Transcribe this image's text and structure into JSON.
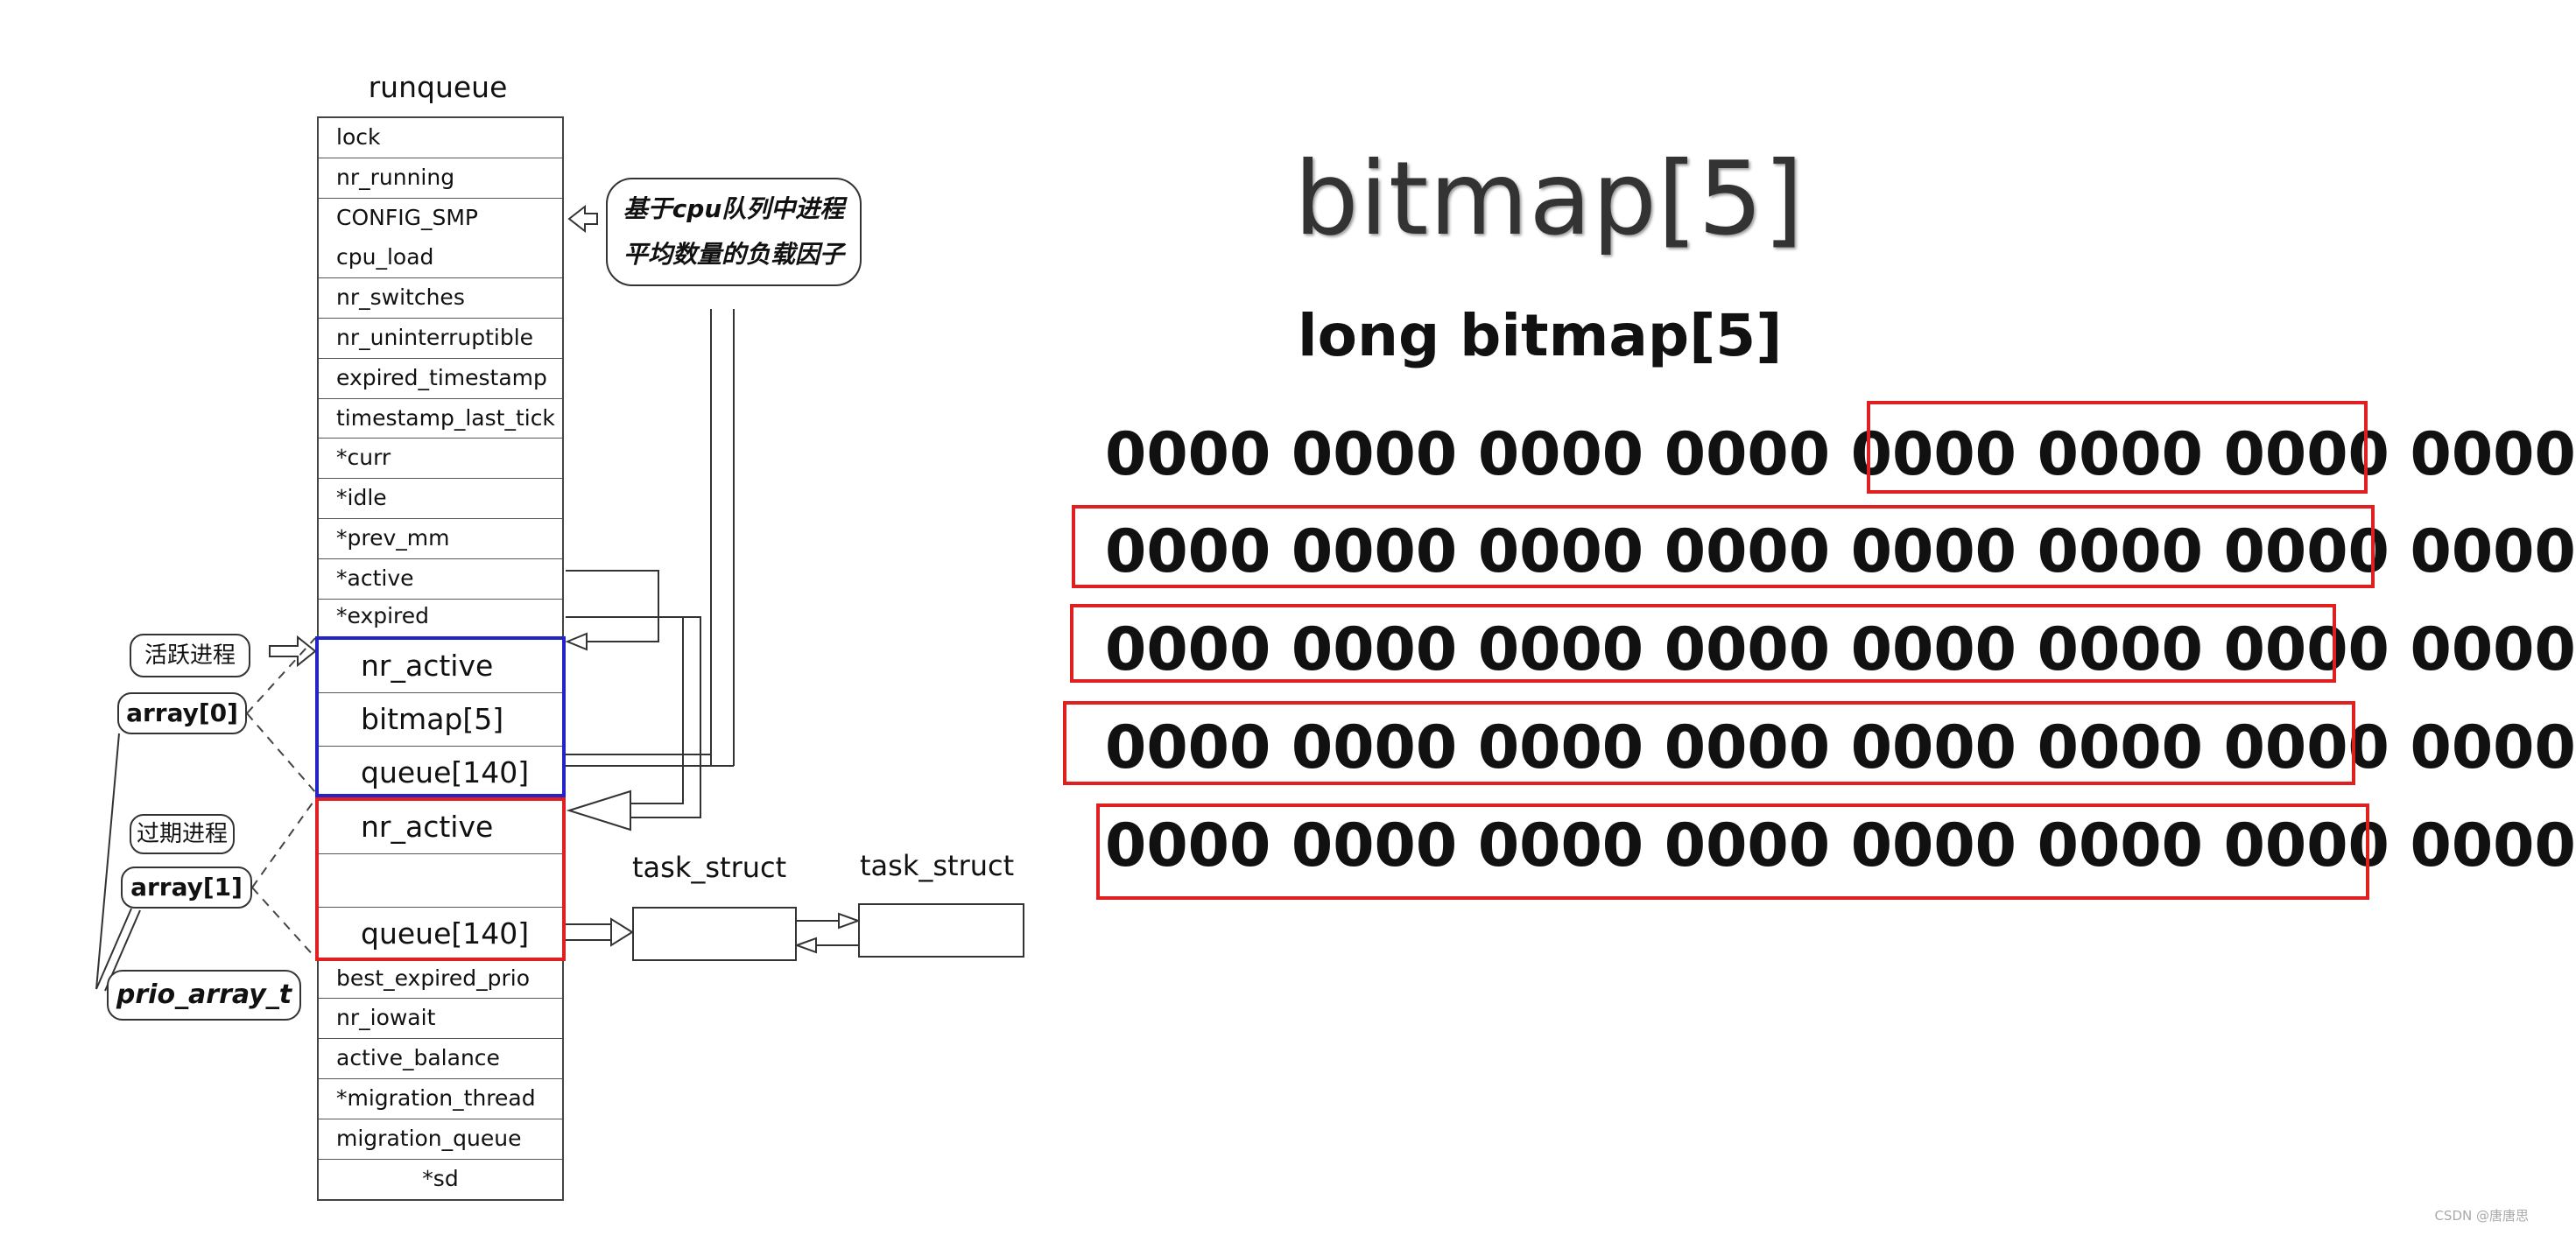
{
  "runqueue": {
    "title": "runqueue",
    "fields_top": [
      "lock",
      "nr_running",
      "CONFIG_SMP",
      "cpu_load",
      "nr_switches",
      "nr_uninterruptible",
      "expired_timestamp",
      "timestamp_last_tick",
      "*curr",
      "*idle",
      "*prev_mm",
      "*active",
      "*expired"
    ],
    "array0_fields": [
      "nr_active",
      "bitmap[5]",
      "queue[140]"
    ],
    "array1_fields": [
      "nr_active",
      "",
      "queue[140]"
    ],
    "fields_bottom": [
      "best_expired_prio",
      "nr_iowait",
      "active_balance",
      "*migration_thread",
      "migration_queue",
      "*sd"
    ]
  },
  "notes": {
    "cpu_load_line1": "基于cpu队列中进程",
    "cpu_load_line2": "平均数量的负载因子",
    "active_tag": "活跃进程",
    "expired_tag": "过期进程",
    "array0": "array[0]",
    "array1": "array[1]",
    "prio_array": "prio_array_t"
  },
  "tasks": [
    "task_struct",
    "task_struct"
  ],
  "bitmap": {
    "title": "bitmap[5]",
    "declaration": "long bitmap[5]",
    "rows": [
      "0000 0000 0000 0000 0000 0000 0000 0000",
      "0000 0000 0000 0000 0000 0000 0000 0000",
      "0000 0000 0000 0000 0000 0000 0000 0000",
      "0000 0000 0000 0000 0000 0000 0000 0000",
      "0000 0000 0000 0000 0000 0000 0000 0000"
    ]
  },
  "watermark": "CSDN @唐唐思",
  "colors": {
    "active_array": "#2323c8",
    "expired_array": "#e02020",
    "highlight": "#e02020"
  }
}
